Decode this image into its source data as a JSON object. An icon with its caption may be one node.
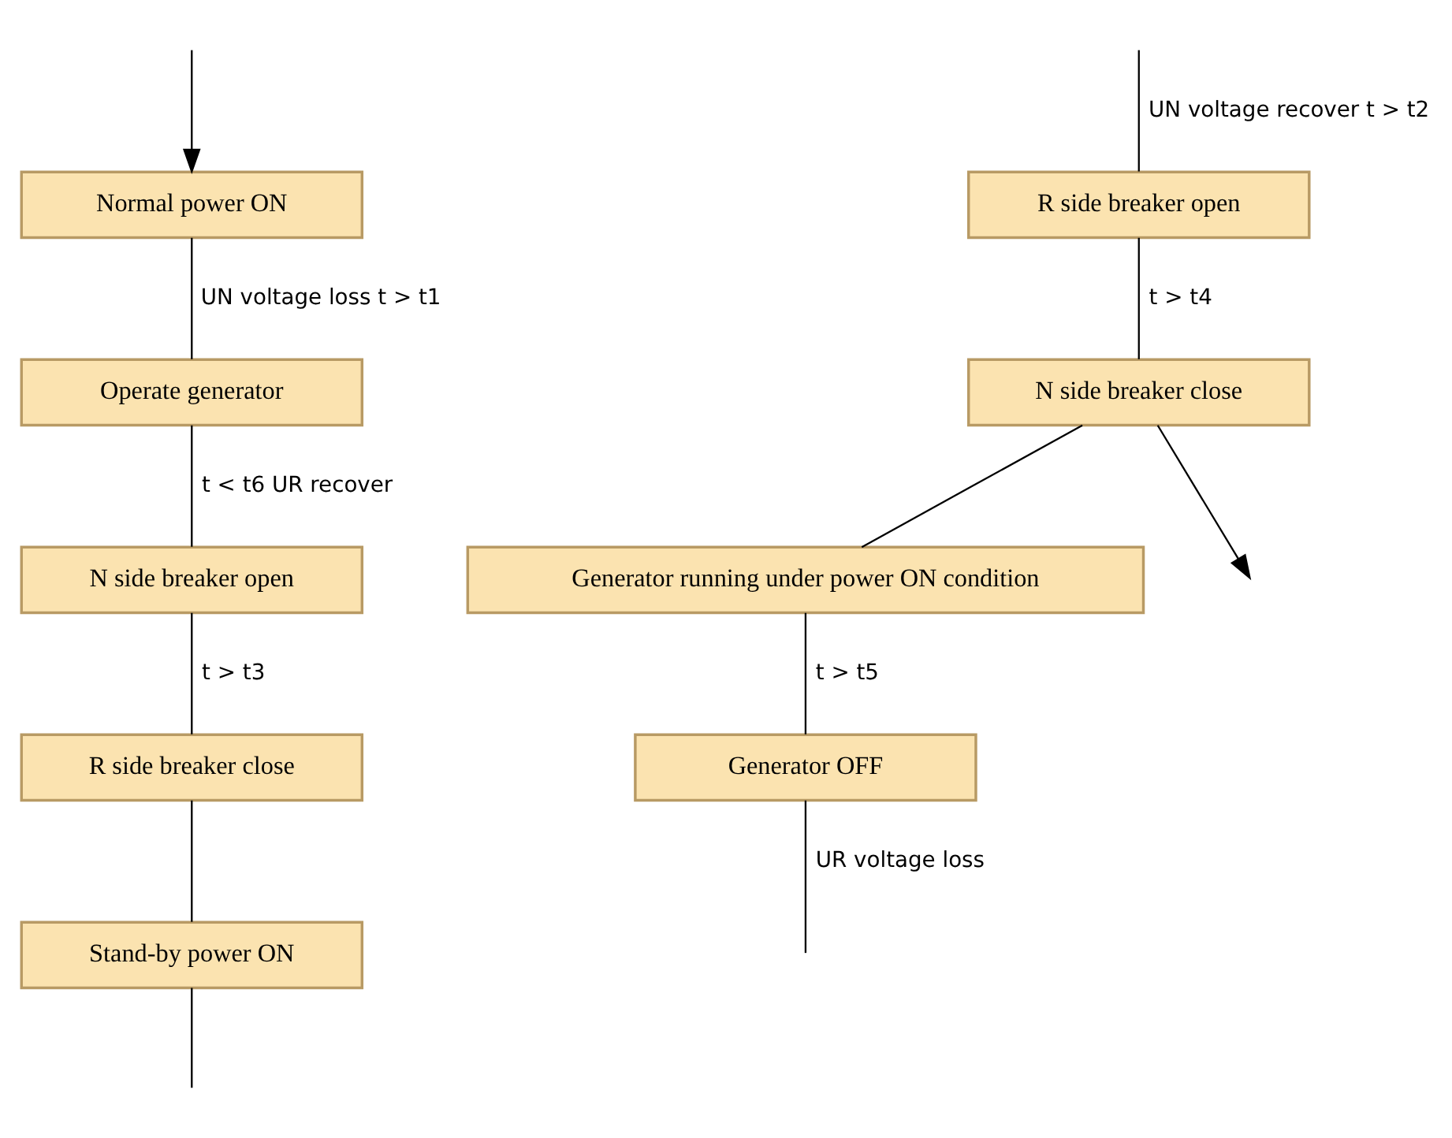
{
  "diagram": {
    "nodes": [
      {
        "text": [
          "Normal power ON"
        ]
      },
      {
        "text": [
          "Operate generator"
        ]
      },
      {
        "text": [
          "N side breaker open"
        ]
      },
      {
        "text": [
          "R side breaker close"
        ]
      },
      {
        "text": [
          "Stand-by power ON"
        ]
      },
      {
        "text": [
          "R side breaker open"
        ]
      },
      {
        "text": [
          "N side breaker close"
        ]
      },
      {
        "text": [
          "Generator running under power ON condition"
        ]
      },
      {
        "text": [
          "Generator OFF"
        ]
      }
    ],
    "edges": [
      {
        "from": null,
        "to": 0,
        "arrow": "to"
      },
      {
        "from": 0,
        "to": 1,
        "arrow": "none",
        "label": "UN voltage loss t > t1"
      },
      {
        "from": 1,
        "to": 2,
        "arrow": "none",
        "label": "t < t6 UR recover"
      },
      {
        "from": 2,
        "to": 3,
        "arrow": "none",
        "label": "t > t3"
      },
      {
        "from": 3,
        "to": 4,
        "arrow": "none"
      },
      {
        "from": 4,
        "to": null,
        "arrow": "none"
      },
      {
        "from": null,
        "to": 5,
        "arrow": "none",
        "label": "UN voltage recover t > t2"
      },
      {
        "from": 5,
        "to": 6,
        "arrow": "none",
        "label": "t > t4"
      },
      {
        "from": 6,
        "to": 7,
        "arrow": "none"
      },
      {
        "from": 6,
        "to": null,
        "arrow": "to"
      },
      {
        "from": 7,
        "to": 8,
        "arrow": "none",
        "label": "t > t5"
      },
      {
        "from": 8,
        "to": null,
        "arrow": "none",
        "label": "UR voltage loss"
      }
    ]
  }
}
